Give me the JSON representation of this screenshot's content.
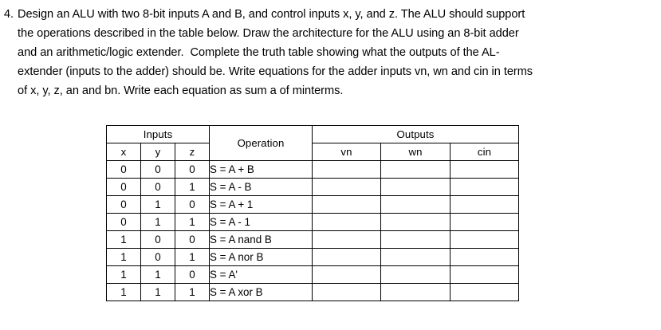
{
  "question": {
    "number": "4.",
    "lines": [
      "Design an ALU with two 8-bit inputs A and B, and control inputs x, y, and z. The ALU should support",
      "the operations described in the table below. Draw the architecture for the ALU using an 8-bit adder",
      "and an arithmetic/logic extender.  Complete the truth table showing what the outputs of the AL-",
      "extender (inputs to the adder) should be. Write equations for the adder inputs vn, wn and cin in terms",
      "of x, y, z, an and bn. Write each equation as sum a of minterms."
    ]
  },
  "table": {
    "group_headers": {
      "inputs": "Inputs",
      "operation": "Operation",
      "outputs": "Outputs"
    },
    "sub_headers": {
      "x": "x",
      "y": "y",
      "z": "z",
      "vn": "vn",
      "wn": "wn",
      "cin": "cin"
    },
    "rows": [
      {
        "x": "0",
        "y": "0",
        "z": "0",
        "operation": "S = A + B",
        "vn": "",
        "wn": "",
        "cin": ""
      },
      {
        "x": "0",
        "y": "0",
        "z": "1",
        "operation": "S = A - B",
        "vn": "",
        "wn": "",
        "cin": ""
      },
      {
        "x": "0",
        "y": "1",
        "z": "0",
        "operation": "S = A + 1",
        "vn": "",
        "wn": "",
        "cin": ""
      },
      {
        "x": "0",
        "y": "1",
        "z": "1",
        "operation": "S = A - 1",
        "vn": "",
        "wn": "",
        "cin": ""
      },
      {
        "x": "1",
        "y": "0",
        "z": "0",
        "operation": "S = A nand B",
        "vn": "",
        "wn": "",
        "cin": ""
      },
      {
        "x": "1",
        "y": "0",
        "z": "1",
        "operation": "S = A nor B",
        "vn": "",
        "wn": "",
        "cin": ""
      },
      {
        "x": "1",
        "y": "1",
        "z": "0",
        "operation": "S = A'",
        "vn": "",
        "wn": "",
        "cin": ""
      },
      {
        "x": "1",
        "y": "1",
        "z": "1",
        "operation": "S = A xor B",
        "vn": "",
        "wn": "",
        "cin": ""
      }
    ]
  },
  "colors": {
    "page_background": "#ffffff",
    "text": "#000000",
    "table_border": "#000000"
  }
}
